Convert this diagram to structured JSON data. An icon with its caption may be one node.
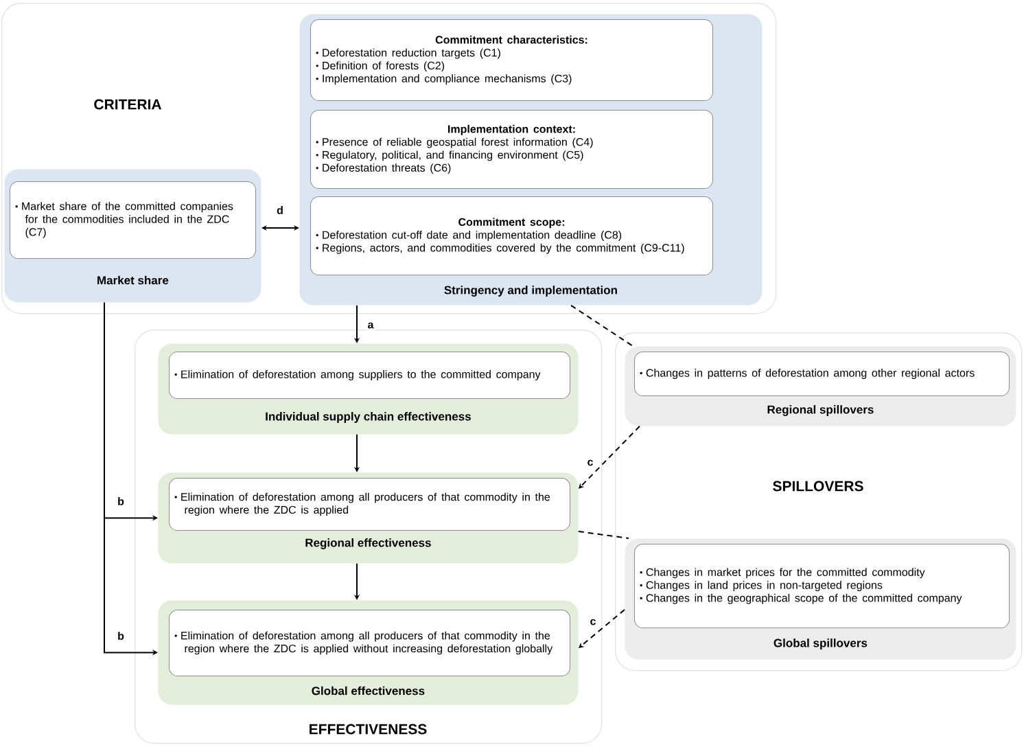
{
  "diagram": {
    "nodes": [
      {
        "text": [
          "CRITERIA"
        ]
      },
      {
        "text": [
          "Market share"
        ],
        "in": 0
      },
      {
        "text": [
          "Market share of the committed companies for the commodities included in the ZDC (C7)"
        ],
        "in": 1
      },
      {
        "text": [
          "Stringency and implementation"
        ],
        "in": 0
      },
      {
        "text": [
          "Commitment characteristics:",
          "Deforestation reduction targets (C1)",
          "Definition of forests (C2)",
          "Implementation and compliance mechanisms (C3)"
        ],
        "in": 3
      },
      {
        "text": [
          "Implementation context:",
          "Presence of reliable geospatial forest information (C4)",
          "Regulatory, political, and financing environment (C5)",
          "Deforestation threats (C6)"
        ],
        "in": 3
      },
      {
        "text": [
          "Commitment scope:",
          "Deforestation cut-off date and implementation deadline (C8)",
          "Regions, actors, and commodities covered by the commitment (C9-C11)"
        ],
        "in": 3
      },
      {
        "text": [
          "EFFECTIVENESS"
        ]
      },
      {
        "text": [
          "Individual supply chain effectiveness"
        ],
        "in": 7
      },
      {
        "text": [
          "Elimination of deforestation among suppliers to the committed company"
        ],
        "in": 8
      },
      {
        "text": [
          "Regional effectiveness"
        ],
        "in": 7
      },
      {
        "text": [
          "Elimination of deforestation among all producers of that commodity in the region where the ZDC is applied"
        ],
        "in": 10
      },
      {
        "text": [
          "Global effectiveness"
        ],
        "in": 7
      },
      {
        "text": [
          "Elimination of deforestation among all producers of that commodity in the region where the ZDC is applied without increasing deforestation globally"
        ],
        "in": 12
      },
      {
        "text": [
          "SPILLOVERS"
        ]
      },
      {
        "text": [
          "Regional spillovers"
        ],
        "in": 14
      },
      {
        "text": [
          "Changes in patterns of deforestation among other regional actors"
        ],
        "in": 15
      },
      {
        "text": [
          "Global spillovers"
        ],
        "in": 14
      },
      {
        "text": [
          "Changes in market prices for the committed commodity",
          "Changes in land prices in non-targeted regions",
          "Changes in the geographical scope of the committed company"
        ],
        "in": 17
      }
    ],
    "edges": [
      {
        "from": 1,
        "to": 3,
        "arrow": "both",
        "label": "d"
      },
      {
        "from": 3,
        "to": 8,
        "arrow": "to",
        "label": "a"
      },
      {
        "from": 1,
        "to": 10,
        "arrow": "to",
        "label": "b"
      },
      {
        "from": 1,
        "to": 12,
        "arrow": "to",
        "label": "b"
      },
      {
        "from": 8,
        "to": 10,
        "arrow": "to"
      },
      {
        "from": 10,
        "to": 12,
        "arrow": "to"
      },
      {
        "from": 3,
        "to": 15,
        "arrow": "none",
        "style": "dashed"
      },
      {
        "from": 15,
        "to": 10,
        "arrow": "to",
        "style": "dashed",
        "label": "c"
      },
      {
        "from": 10,
        "to": 17,
        "arrow": "none",
        "style": "dashed"
      },
      {
        "from": 17,
        "to": 12,
        "arrow": "to",
        "style": "dashed",
        "label": "c"
      }
    ]
  }
}
